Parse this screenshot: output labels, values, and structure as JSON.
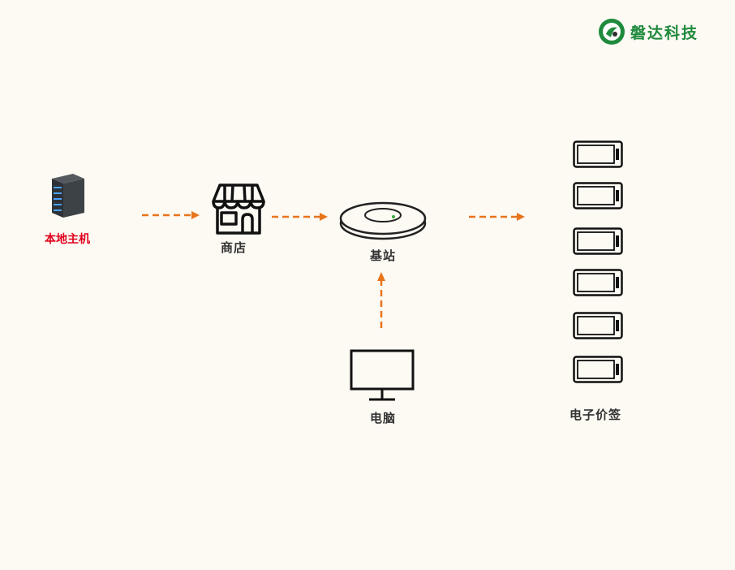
{
  "brand": {
    "name": "磐达科技",
    "color": "#1f8a3c"
  },
  "nodes": {
    "server": {
      "label": "本地主机",
      "icon": "server-icon",
      "label_color": "#e0001b"
    },
    "store": {
      "label": "商店",
      "icon": "store-icon"
    },
    "base_station": {
      "label": "基站",
      "icon": "base-station-icon"
    },
    "computer": {
      "label": "电脑",
      "icon": "monitor-icon"
    },
    "esl": {
      "label": "电子价签",
      "icon": "price-tag-icon",
      "count": 6
    }
  },
  "arrow_color": "#e8741c"
}
